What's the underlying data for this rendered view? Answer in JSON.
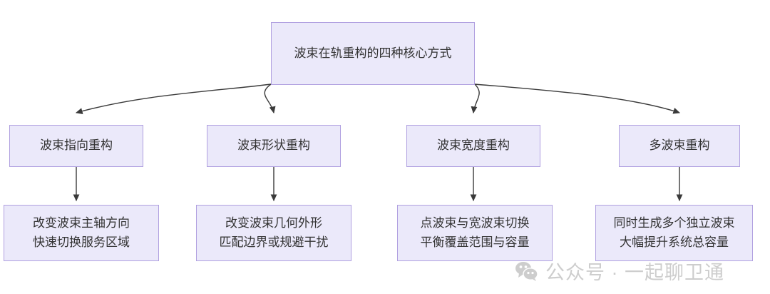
{
  "diagram": {
    "title_node": {
      "label": "波束在轨重构的四种核心方式"
    },
    "level2": [
      {
        "label": "波束指向重构"
      },
      {
        "label": "波束形状重构"
      },
      {
        "label": "波束宽度重构"
      },
      {
        "label": "多波束重构"
      }
    ],
    "level3": [
      {
        "line1": "改变波束主轴方向",
        "line2": "快速切换服务区域"
      },
      {
        "line1": "改变波束几何外形",
        "line2": "匹配边界或规避干扰"
      },
      {
        "line1": "点波束与宽波束切换",
        "line2": "平衡覆盖范围与容量"
      },
      {
        "line1": "同时生成多个独立波束",
        "line2": "大幅提升系统总容量"
      }
    ],
    "colors": {
      "node_fill": "#ebe9fa",
      "node_border": "#b0a0e0",
      "text": "#333333",
      "edge": "#3a3a3a",
      "background": "#ffffff",
      "watermark": "#8a8a8a"
    }
  },
  "watermark": {
    "icon": "wechat-icon",
    "text": "公众号 · 一起聊卫通"
  }
}
